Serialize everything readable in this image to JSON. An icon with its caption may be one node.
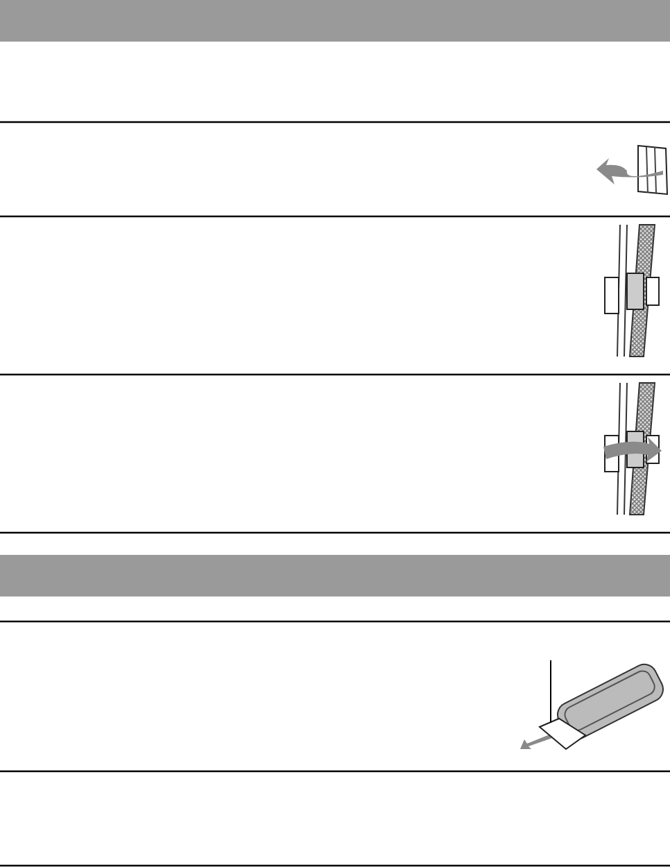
{
  "diagram": {
    "nodes": [
      {
        "text": [],
        "shape": "bar"
      },
      {
        "text": [],
        "shape": "bar"
      },
      {
        "text": [],
        "shape": "box"
      }
    ],
    "edges": [
      {
        "from": null,
        "to": 2,
        "arrow": "none"
      }
    ]
  }
}
